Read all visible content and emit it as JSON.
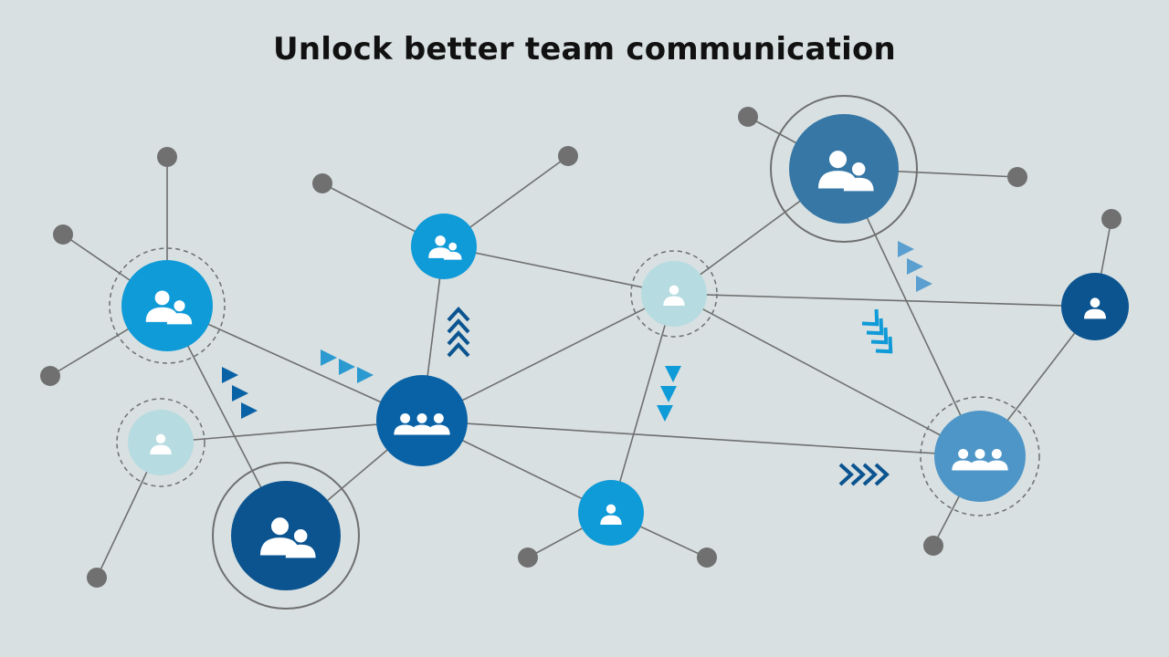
{
  "title": "Unlock better team communication",
  "colors": {
    "background": "#d8e0e1",
    "edge": "#6f6f6f",
    "dot": "#707070",
    "bright_blue": "#0f9ad8",
    "mid_blue": "#0a62a6",
    "dark_blue": "#0b5490",
    "steel_blue": "#3677a6",
    "soft_blue": "#4e96c8",
    "pale_teal": "#b6dbe0"
  },
  "nodes": [
    {
      "id": "A",
      "icon": "two-people-icon",
      "color": "bright_blue",
      "ring": "dashed"
    },
    {
      "id": "B",
      "icon": "two-people-icon",
      "color": "bright_blue",
      "ring": "none"
    },
    {
      "id": "C",
      "icon": "three-people-icon",
      "color": "mid_blue",
      "ring": "none"
    },
    {
      "id": "D",
      "icon": "person-icon",
      "color": "pale_teal",
      "ring": "dashed"
    },
    {
      "id": "E",
      "icon": "two-people-icon",
      "color": "dark_blue",
      "ring": "solid"
    },
    {
      "id": "F",
      "icon": "person-icon",
      "color": "pale_teal",
      "ring": "dashed"
    },
    {
      "id": "G",
      "icon": "two-people-icon",
      "color": "steel_blue",
      "ring": "solid"
    },
    {
      "id": "H",
      "icon": "person-icon",
      "color": "dark_blue",
      "ring": "none"
    },
    {
      "id": "I",
      "icon": "three-people-icon",
      "color": "soft_blue",
      "ring": "dashed"
    },
    {
      "id": "J",
      "icon": "person-icon",
      "color": "bright_blue",
      "ring": "none"
    }
  ]
}
